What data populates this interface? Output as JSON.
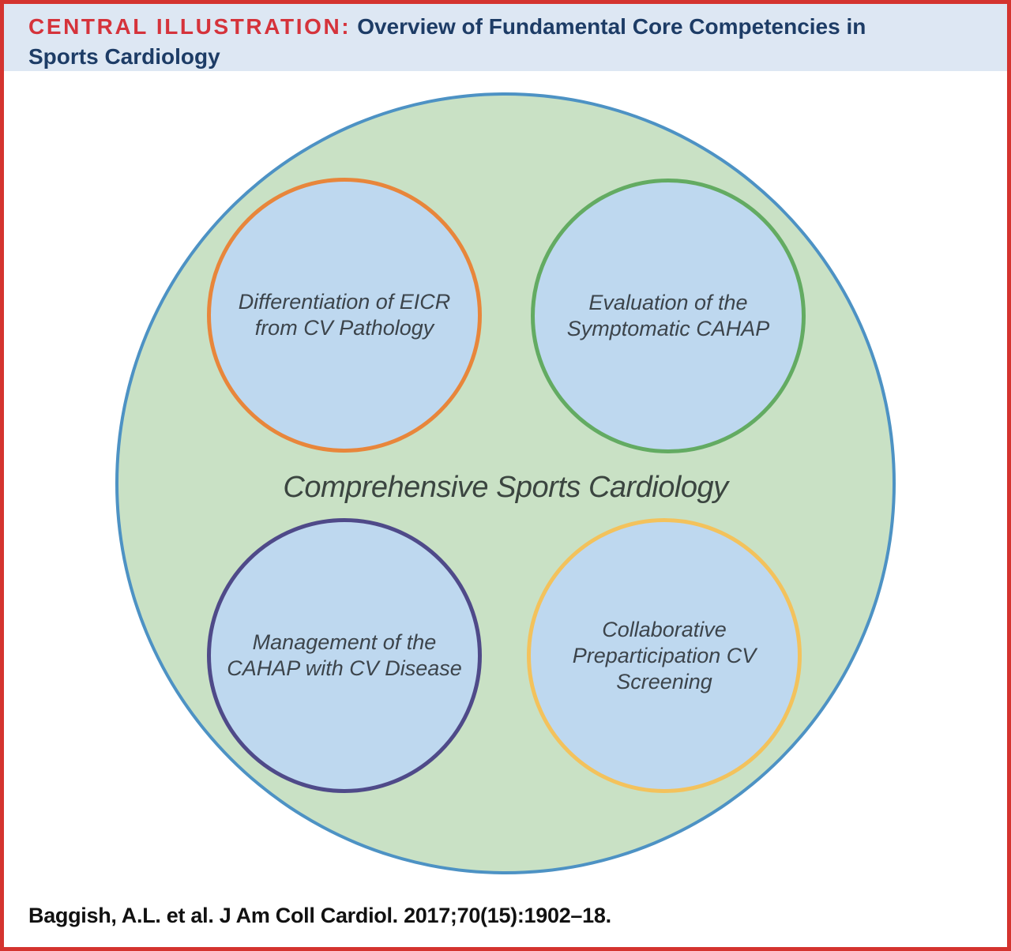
{
  "header": {
    "label": "CENTRAL ILLUSTRATION:",
    "title_line1": "Overview of Fundamental Core Competencies in",
    "title_line2": "Sports Cardiology"
  },
  "diagram": {
    "center_label": "Comprehensive Sports Cardiology",
    "outer_circle": {
      "fill_color": "#c9e1c5",
      "border_color": "#4d92c4"
    },
    "inner_circle_fill_color": "#bed8ef",
    "circles": [
      {
        "position": "top-left",
        "border_color": "#e8863b",
        "label": "Differentiation of EICR from CV Pathology",
        "lines": [
          "Differentiation of EICR",
          "from CV Pathology"
        ]
      },
      {
        "position": "top-right",
        "border_color": "#63ab62",
        "label": "Evaluation of the Symptomatic CAHAP",
        "lines": [
          "Evaluation of the",
          "Symptomatic CAHAP"
        ]
      },
      {
        "position": "bottom-left",
        "border_color": "#4f4a89",
        "label": "Management of the CAHAP with CV Disease",
        "lines": [
          "Management of the",
          "CAHAP with CV Disease"
        ]
      },
      {
        "position": "bottom-right",
        "border_color": "#f3c25c",
        "label": "Collaborative Preparticipation CV Screening",
        "lines": [
          "Collaborative",
          "Preparticipation CV",
          "Screening"
        ]
      }
    ]
  },
  "footer": {
    "citation": "Baggish, A.L. et al. J Am Coll Cardiol. 2017;70(15):1902–18."
  },
  "colors": {
    "frame_border": "#d4342f",
    "header_background": "#dde7f3",
    "header_label_red": "#d5333b",
    "header_title_navy": "#1d3c66",
    "circle_text": "#3c444b"
  }
}
